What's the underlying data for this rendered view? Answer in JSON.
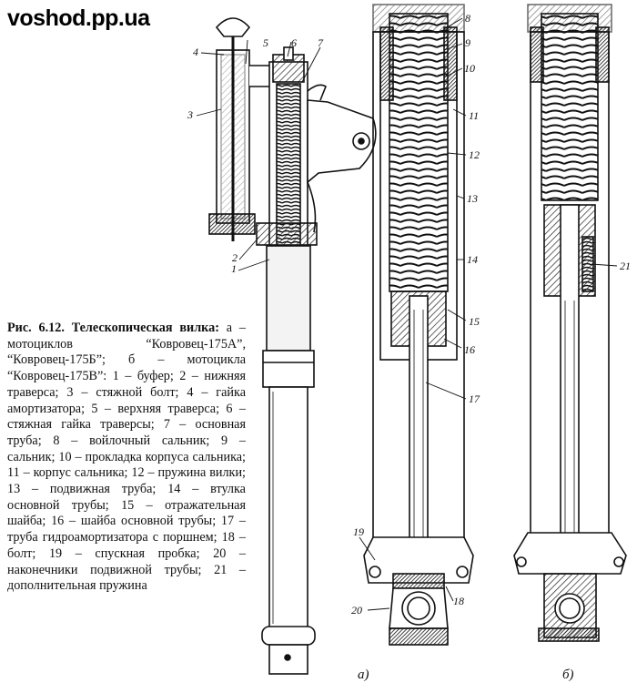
{
  "site": {
    "label": "voshod.pp.ua"
  },
  "caption": {
    "title": "Рис. 6.12. Телескопическая вилка:",
    "text": "а – мотоциклов “Ковровец-175А”, “Ковровец-175Б”; б – мотоцикла “Ковровец-175В”: 1 – буфер; 2 – нижняя траверса; 3 – стяжной болт; 4 – гайка амортизатора; 5 – верхняя траверса; 6 – стяжная гайка траверсы; 7 – основная труба; 8 – войлочный сальник; 9 – сальник; 10 – прокладка корпуса сальника; 11 – корпус сальника; 12 – пружина вилки; 13 – подвижная труба; 14 – втулка основной трубы; 15 – отражательная шайба; 16 – шайба основной трубы; 17 – труба гидроамортизатора с поршнем; 18 – болт; 19 – спускная пробка; 20 – наконечники подвижной трубы; 21 – дополнительная пружина"
  },
  "labels": {
    "n1": "1",
    "n2": "2",
    "n3": "3",
    "n4": "4",
    "n5": "5",
    "n6": "6",
    "n7": "7",
    "n8": "8",
    "n9": "9",
    "n10": "10",
    "n11": "11",
    "n12": "12",
    "n13": "13",
    "n14": "14",
    "n15": "15",
    "n16": "16",
    "n17": "17",
    "n18": "18",
    "n19": "19",
    "n20": "20",
    "n21": "21",
    "sub_a": "а)",
    "sub_b": "б)"
  }
}
